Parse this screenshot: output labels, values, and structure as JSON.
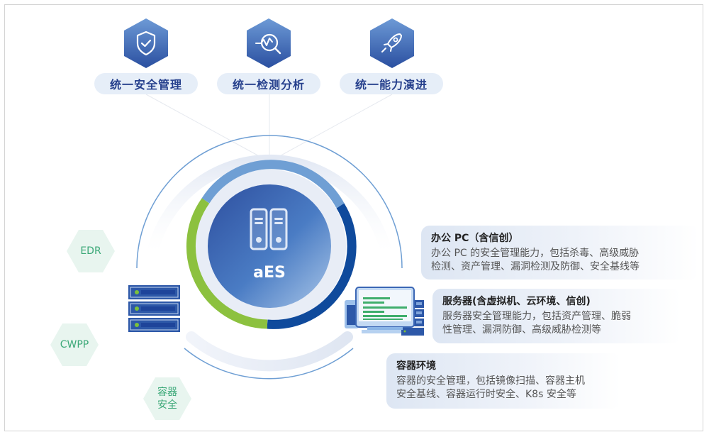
{
  "pillars": [
    {
      "icon": "shield-check-icon",
      "label": "统一安全管理"
    },
    {
      "icon": "analysis-magnifier-icon",
      "label": "统一检测分析"
    },
    {
      "icon": "rocket-icon",
      "label": "统一能力演进"
    }
  ],
  "center": {
    "label": "aES",
    "icon": "binder-folders-icon"
  },
  "products": [
    {
      "label": "EDR"
    },
    {
      "label": "CWPP"
    },
    {
      "label_line1": "容器",
      "label_line2": "安全"
    }
  ],
  "scenarios": [
    {
      "title": "办公 PC（含信创）",
      "desc_line1": "办公 PC 的安全管理能力，包括杀毒、高级威胁",
      "desc_line2": "检测、资产管理、漏洞检测及防御、安全基线等"
    },
    {
      "title": "服务器(含虚拟机、云环境、信创)",
      "desc_line1": "服务器安全管理能力，包括资产管理、脆弱",
      "desc_line2": "性管理、漏洞防御、高级威胁检测等"
    },
    {
      "title": "容器环境",
      "desc_line1": "容器的安全管理，包括镜像扫描、容器主机",
      "desc_line2": "安全基线、容器运行时安全、K8s 安全等"
    }
  ],
  "colors": {
    "primary_blue": "#2f55a4",
    "ring_light_blue": "#6f9fd4",
    "ring_dark_blue": "#0f4a9c",
    "ring_green": "#8cc13f",
    "tag_green": "#3aa877",
    "pill_bg": "#e6eef8"
  }
}
